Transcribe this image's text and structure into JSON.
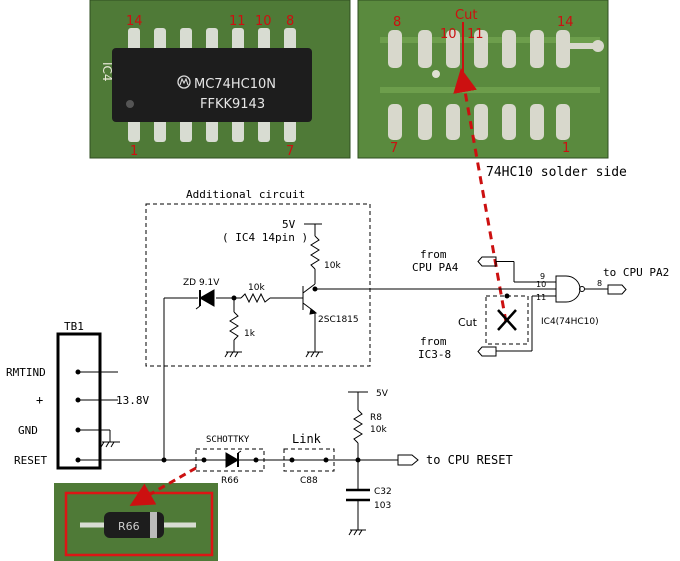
{
  "photo_top_left": {
    "chip_marking_line1": "MC74HC10N",
    "chip_marking_line2": "FFKK9143",
    "board_label": "IC4",
    "pin_14": "14",
    "pin_11": "11",
    "pin_10": "10",
    "pin_8": "8",
    "pin_1": "1",
    "pin_7": "7"
  },
  "photo_top_right": {
    "pin_8": "8",
    "cut_label": "Cut",
    "pin_10": "10",
    "pin_11": "11",
    "pin_14": "14",
    "pin_7": "7",
    "pin_1": "1"
  },
  "solder_side_caption": "74HC10 solder side",
  "additional_circuit": {
    "title": "Additional circuit",
    "supply": "5V",
    "supply_note": "( IC4 14pin )",
    "r_top": "10k",
    "zener": "ZD 9.1V",
    "r_series": "10k",
    "r_shunt": "1k",
    "transistor": "2SC1815"
  },
  "gate": {
    "from_pa4_line1": "from",
    "from_pa4_line2": "CPU PA4",
    "from_ic3_line1": "from",
    "from_ic3_line2": "IC3-8",
    "pin_9": "9",
    "pin_10": "10",
    "pin_11": "11",
    "pin_8": "8",
    "ic_label": "IC4(74HC10)",
    "output": "to CPU PA2",
    "cut_label": "Cut"
  },
  "terminal_block": {
    "label": "TB1",
    "rows": [
      "RMTIND",
      "+",
      "GND",
      "RESET"
    ],
    "voltage": "13.8V"
  },
  "reset_line": {
    "schottky_label": "SCHOTTKY",
    "schottky_ref": "R66",
    "link_label": "Link",
    "link_ref": "C88",
    "supply": "5V",
    "r_ref": "R8",
    "r_value": "10k",
    "c_ref": "C32",
    "c_value": "103",
    "output": "to CPU RESET"
  },
  "photo_bottom": {
    "part_marking": "R66"
  },
  "colors": {
    "pcb_green": "#4f7a37",
    "pad_silver": "#d8dcd2",
    "chip_black": "#1d1d1d",
    "annotation_red": "#cc1010"
  }
}
